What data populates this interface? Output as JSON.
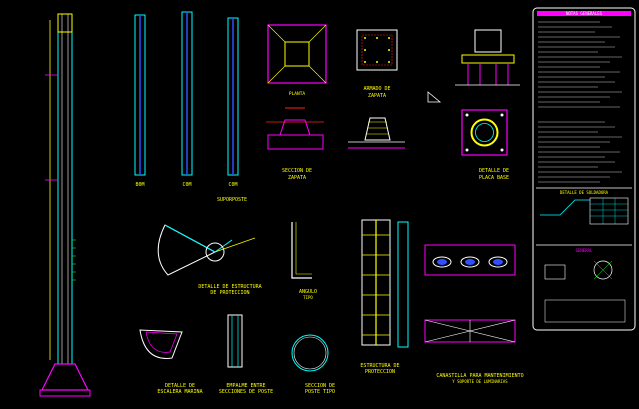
{
  "colors": {
    "background": "#000000",
    "magenta": "#ff00ff",
    "cyan": "#00ffff",
    "yellow": "#ffff00",
    "white": "#ffffff",
    "green": "#00ff00",
    "blue": "#3050ff",
    "red": "#ff2020"
  },
  "views": {
    "secciones_poste": [
      "B0M",
      "C0M",
      "C0M"
    ],
    "despiece_subtitle": "SUPORPOSTE",
    "planta": "PLANTA",
    "armado_zapata_1": "ARMADO DE",
    "armado_zapata_2": "ZAPATA",
    "seccion_zapata_1": "SECCION DE",
    "seccion_zapata_2": "ZAPATA",
    "detalle_placa_1": "DETALLE DE",
    "detalle_placa_2": "PLACA BASE",
    "detalle_estructura_1": "DETALLE DE ESTRUCTURA",
    "detalle_estructura_2": "DE PROTECCION",
    "angulo_1": "ANGULO",
    "angulo_2": "TIPO",
    "estructura_1": "ESTRUCTURA DE",
    "estructura_2": "PROTECCION",
    "escalera_1": "DETALLE DE",
    "escalera_2": "ESCALERA MARINA",
    "empalme_1": "EMPALME ENTRE",
    "empalme_2": "SECCIONES DE POSTE",
    "seccion_poste_1": "SECCION DE",
    "seccion_poste_2": "POSTE TIPO",
    "canastilla_1": "CANASTILLA PARA MANTENIMIENTO",
    "canastilla_2": "Y SOPORTE DE LUMINARIAS"
  },
  "title_block": {
    "notes_header": "NOTAS GENERALES",
    "soldadura_header": "DETALLE DE SOLDADURA",
    "general_header": "GENERAL"
  }
}
